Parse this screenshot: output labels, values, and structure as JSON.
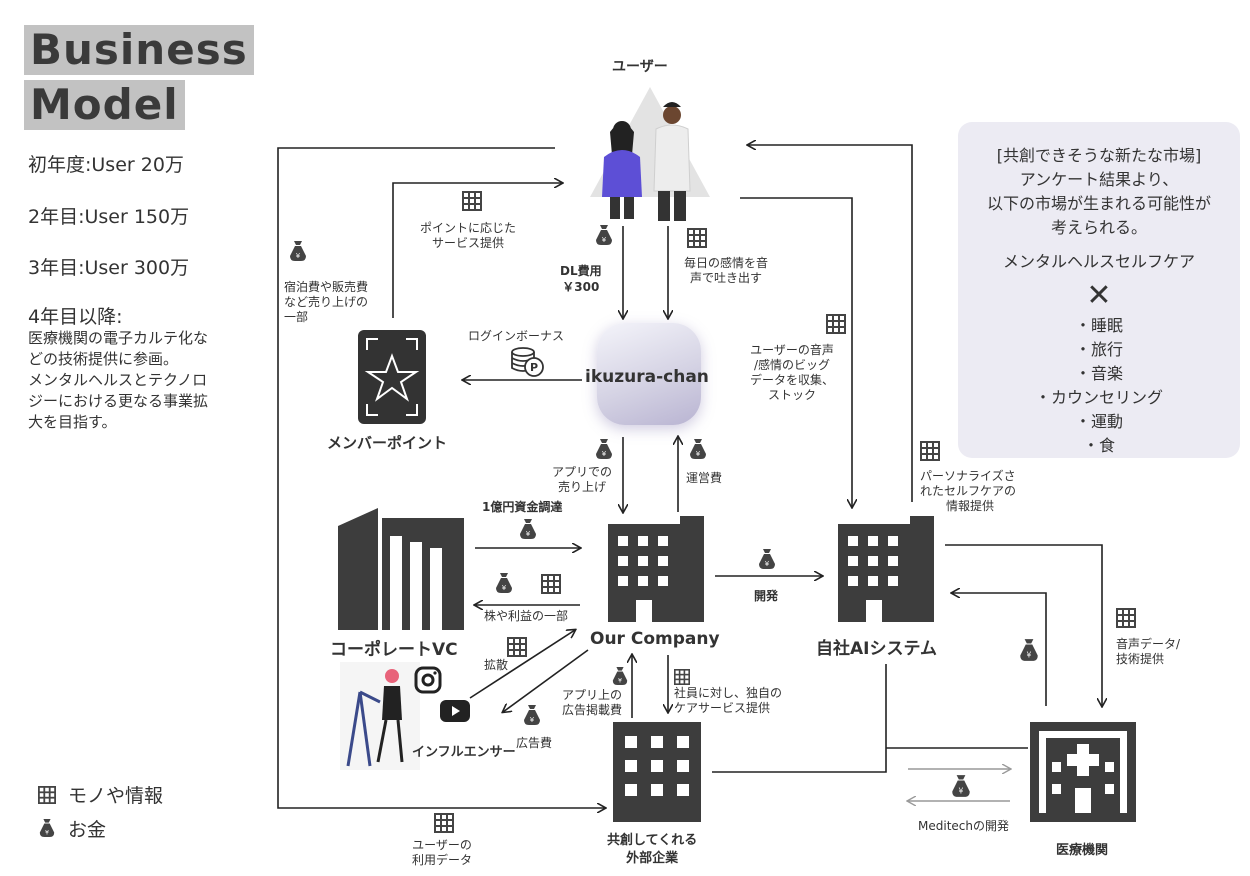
{
  "title": {
    "line1": "Business",
    "line2": "Model"
  },
  "plan": {
    "year1": "初年度:User 20万",
    "year2": "2年目:User 150万",
    "year3": "3年目:User 300万",
    "year4": "4年目以降:",
    "year4_detail": [
      "医療機関の電子カルテ化な",
      "どの技術提供に参画。",
      "メンタルヘルスとテクノロ",
      "ジーにおける更なる事業拡",
      "大を目指す。"
    ]
  },
  "nodes": {
    "user": "ユーザー",
    "app": "ikuzura-chan",
    "member_point": "メンバーポイント",
    "our_company": "Our Company",
    "ai_system": "自社AIシステム",
    "corporate_vc": "コーポレートVC",
    "influencer": "インフルエンサー",
    "partner": [
      "共創してくれる",
      "外部企業"
    ],
    "medical": "医療機関"
  },
  "labels": {
    "point_service": [
      "ポイントに応じた",
      "サービス提供"
    ],
    "lodging": [
      "宿泊費や販売費",
      "など売り上げの",
      "一部"
    ],
    "dl_fee": [
      "DL費用",
      "￥300"
    ],
    "voice_out": [
      "毎日の感情を音",
      "声で吐き出す"
    ],
    "login_bonus": "ログインボーナス",
    "bigdata": [
      "ユーザーの音声",
      "/感情のビッグ",
      "データを収集、",
      "ストック"
    ],
    "app_sales": [
      "アプリでの",
      "売り上げ"
    ],
    "ops_cost": "運営費",
    "personalized": [
      "パーソナライズさ",
      "れたセルフケアの",
      "情報提供"
    ],
    "funding": "1億円資金調達",
    "shares": "株や利益の一部",
    "develop": "開発",
    "spread": "拡散",
    "ad_fee": "広告費",
    "app_ad": [
      "アプリ上の",
      "広告掲載費"
    ],
    "employee_care": [
      "社員に対し、独自の",
      "ケアサービス提供"
    ],
    "voice_data": [
      "音声データ/",
      "技術提供"
    ],
    "meditech": "Meditechの開発",
    "usage_data": [
      "ユーザーの",
      "利用データ"
    ]
  },
  "panel": {
    "lines": [
      "[共創できそうな新たな市場]",
      "アンケート結果より、",
      "以下の市場が生まれる可能性が",
      "考えられる。"
    ],
    "market": "メンタルヘルスセルフケア",
    "cross": "✕",
    "items": [
      "・睡眠",
      "・旅行",
      "・音楽",
      "・カウンセリング",
      "・運動",
      "・食"
    ]
  },
  "legend": {
    "goods": "モノや情報",
    "money": "お金"
  }
}
